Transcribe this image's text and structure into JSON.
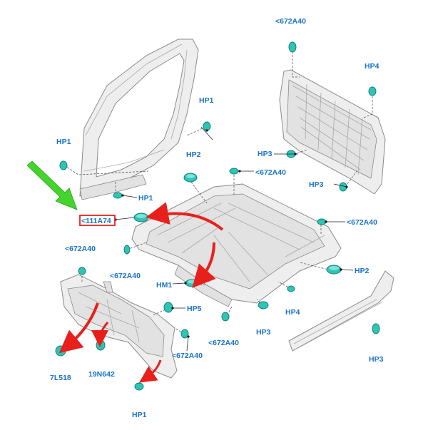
{
  "callouts": {
    "c01": "<672A40",
    "c02": "HP4",
    "c03": "HP1",
    "c04": "HP1",
    "c05": "HP2",
    "c06": "<672A40",
    "c07": "HP3",
    "c08": "HP3",
    "c09": "HP1",
    "c10": "<111A74",
    "c11": "<672A40",
    "c12": "<672A40",
    "c13": "<672A40",
    "c14": "HM1",
    "c15": "HP2",
    "c16": "HP5",
    "c17": "HP4",
    "c18": "<672A40",
    "c19": "HP3",
    "c20": "<672A40",
    "c21": "HP3",
    "c22": "7L518",
    "c23": "19N642",
    "c24": "HP1"
  },
  "colors": {
    "label": "#1a73c8",
    "plug": "#2ec4b6",
    "red_arrow": "#e8201c",
    "green_arrow": "#44d42c",
    "highlight_box": "#e8201c"
  }
}
